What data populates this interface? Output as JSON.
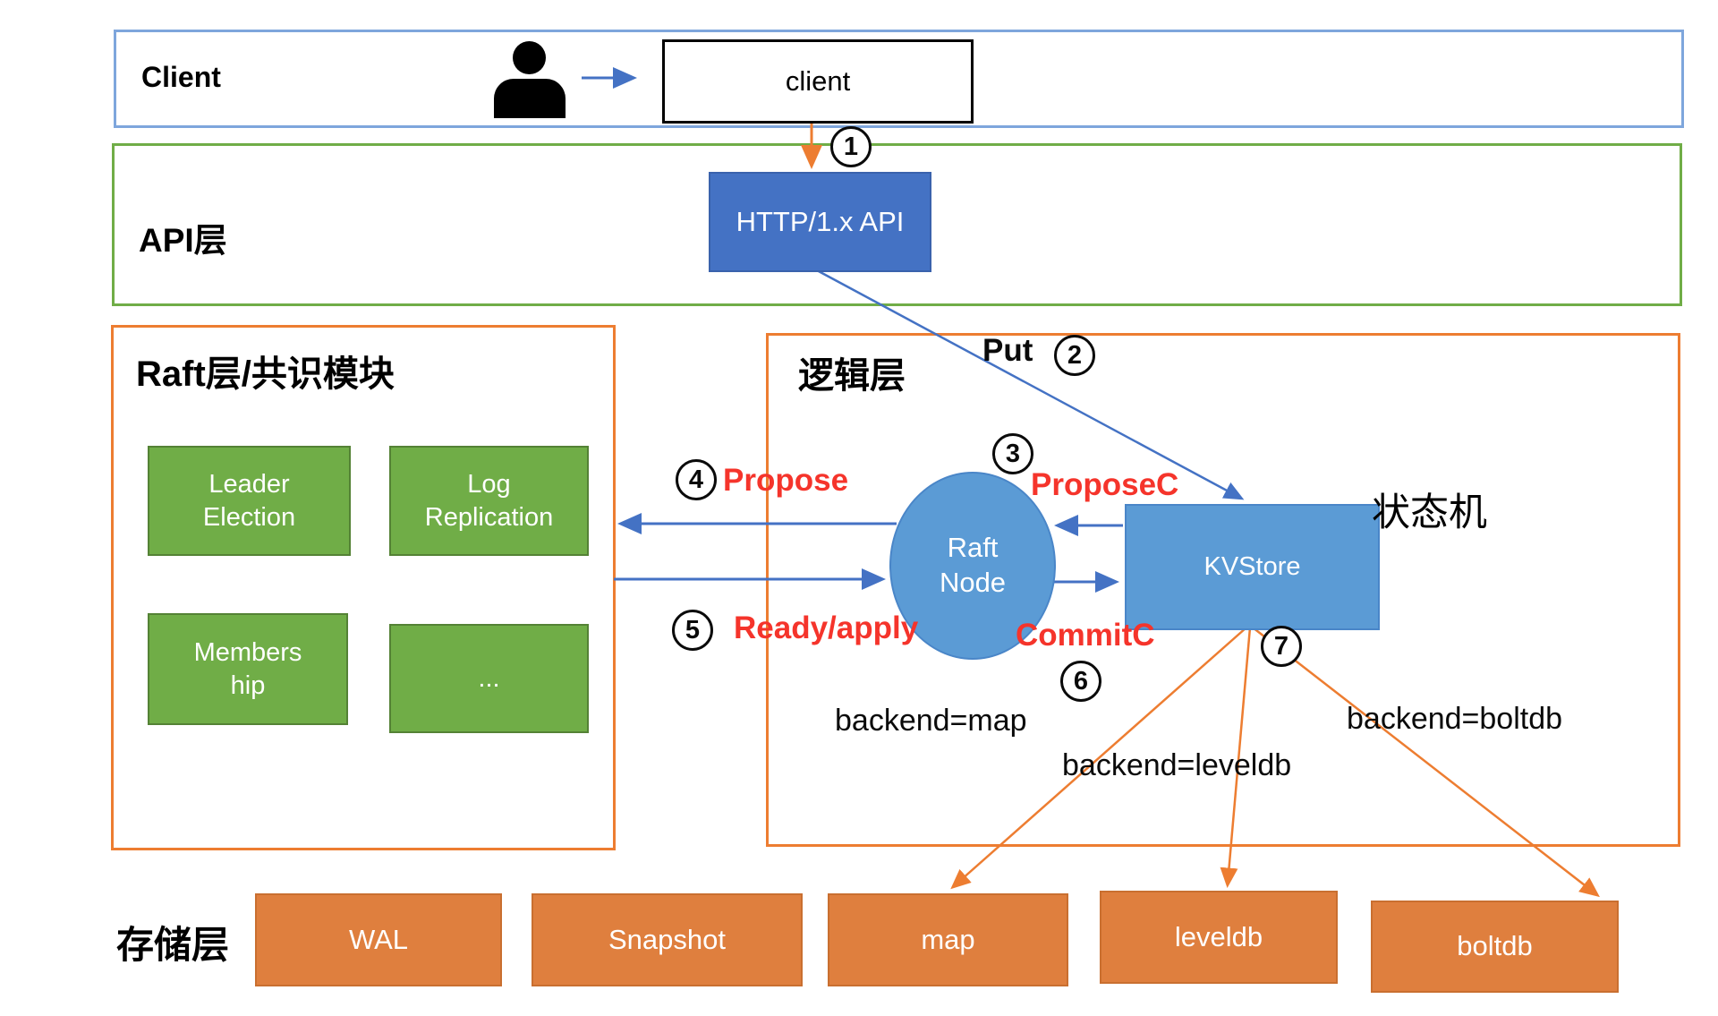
{
  "layers": {
    "client": {
      "label": "Client"
    },
    "api": {
      "label": "API层"
    },
    "raft": {
      "label": "Raft层/共识模块"
    },
    "logic": {
      "label": "逻辑层"
    },
    "storage": {
      "label": "存储层"
    }
  },
  "nodes": {
    "client_box": "client",
    "http_api": "HTTP/1.x API",
    "raft_node": {
      "lines": [
        "Raft",
        "Node"
      ]
    },
    "kvstore": "KVStore",
    "state_machine": "状态机"
  },
  "raft_modules": {
    "leader": {
      "lines": [
        "Leader",
        "Election"
      ]
    },
    "log": {
      "lines": [
        "Log",
        "Replication"
      ]
    },
    "membership": {
      "lines": [
        "Members",
        "hip"
      ]
    },
    "more": {
      "lines": [
        "..."
      ]
    }
  },
  "flow_labels": {
    "put": "Put",
    "propose": "Propose",
    "propose_c": "ProposeC",
    "ready_apply": "Ready/apply",
    "commit_c": "CommitC",
    "backend_map": "backend=map",
    "backend_leveldb": "backend=leveldb",
    "backend_boltdb": "backend=boltdb"
  },
  "steps": {
    "s1": "1",
    "s2": "2",
    "s3": "3",
    "s4": "4",
    "s5": "5",
    "s6": "6",
    "s7": "7"
  },
  "storage_nodes": {
    "wal": "WAL",
    "snapshot": "Snapshot",
    "map": "map",
    "leveldb": "leveldb",
    "boltdb": "boltdb"
  },
  "colors": {
    "client_border": "#7EA6DC",
    "api_border": "#70AD47",
    "module_border": "#ED7D31",
    "http_fill": "#4472C4",
    "node_fill": "#5B9BD5",
    "green_fill": "#70AD47",
    "storage_fill": "#DF7F3E",
    "arrow_blue": "#4472C4",
    "arrow_orange": "#ED7D31",
    "flow_red": "#F5342B"
  }
}
